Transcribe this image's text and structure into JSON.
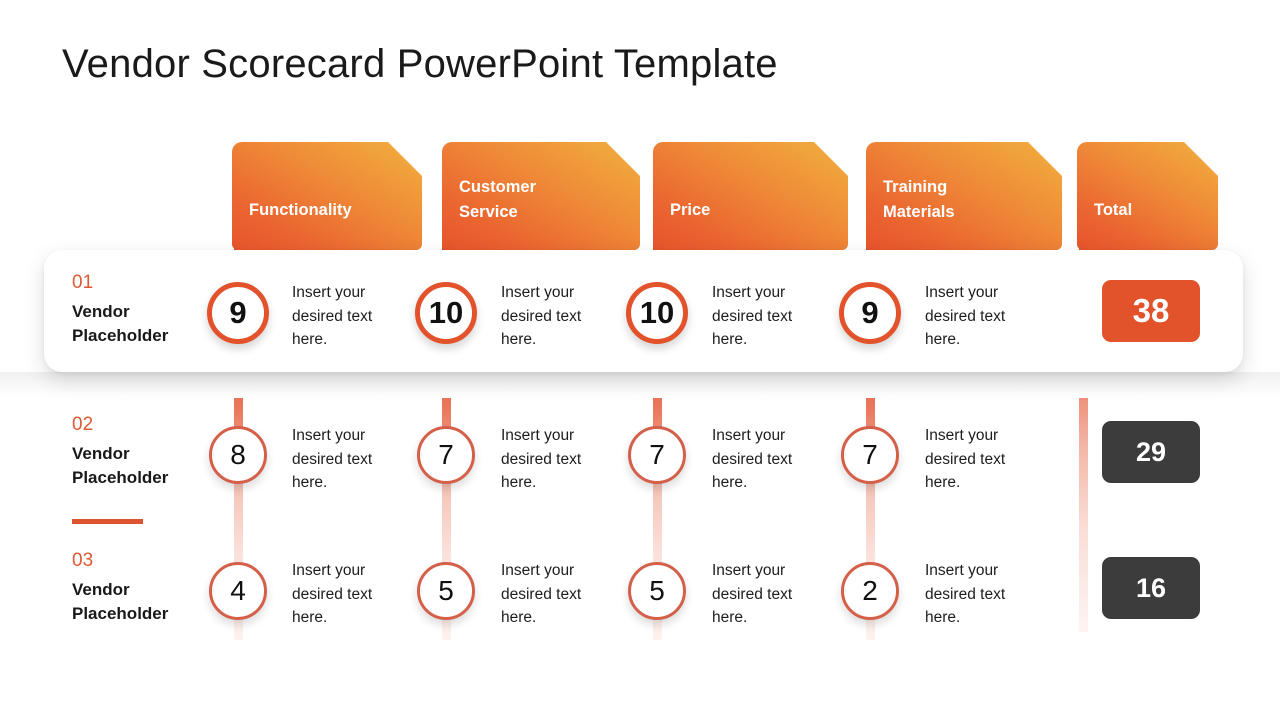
{
  "title": "Vendor Scorecard PowerPoint Template",
  "colors": {
    "accent": "#e2532b",
    "accent_light": "#efae3f",
    "dark_badge": "#3c3c3c",
    "row_number": "#dd5b33",
    "divider": "#dd5530",
    "circle_primary_border": "#e2532b",
    "circle_secondary_border": "#d4604a"
  },
  "columns": [
    {
      "label": "Functionality",
      "two_line": false
    },
    {
      "label": "Customer\nService",
      "two_line": true
    },
    {
      "label": "Price",
      "two_line": false
    },
    {
      "label": "Training\nMaterials",
      "two_line": true
    },
    {
      "label": "Total",
      "two_line": false
    }
  ],
  "column_labels": {
    "functionality": "Functionality",
    "customer_service_line1": "Customer",
    "customer_service_line2": "Service",
    "price": "Price",
    "training_line1": "Training",
    "training_line2": "Materials",
    "total": "Total"
  },
  "cell_text": {
    "line1": "Insert your",
    "line2": "desired text",
    "line3": "here."
  },
  "rows": [
    {
      "number": "01",
      "name_line1": "Vendor",
      "name_line2": "Placeholder",
      "highlighted": true,
      "scores": {
        "functionality": "9",
        "customer_service": "10",
        "price": "10",
        "training_materials": "9"
      },
      "total": "38",
      "total_style": "accent",
      "descriptions": {
        "functionality": "Insert your desired text here.",
        "customer_service": "Insert your desired text here.",
        "price": "Insert your desired text here.",
        "training_materials": "Insert your desired text here."
      }
    },
    {
      "number": "02",
      "name_line1": "Vendor",
      "name_line2": "Placeholder",
      "highlighted": false,
      "scores": {
        "functionality": "8",
        "customer_service": "7",
        "price": "7",
        "training_materials": "7"
      },
      "total": "29",
      "total_style": "dark",
      "descriptions": {
        "functionality": "Insert your desired text here.",
        "customer_service": "Insert your desired text here.",
        "price": "Insert your desired text here.",
        "training_materials": "Insert your desired text here."
      }
    },
    {
      "number": "03",
      "name_line1": "Vendor",
      "name_line2": "Placeholder",
      "highlighted": false,
      "scores": {
        "functionality": "4",
        "customer_service": "5",
        "price": "5",
        "training_materials": "2"
      },
      "total": "16",
      "total_style": "dark",
      "descriptions": {
        "functionality": "Insert your desired text here.",
        "customer_service": "Insert your desired text here.",
        "price": "Insert your desired text here.",
        "training_materials": "Insert your desired text here."
      }
    }
  ]
}
